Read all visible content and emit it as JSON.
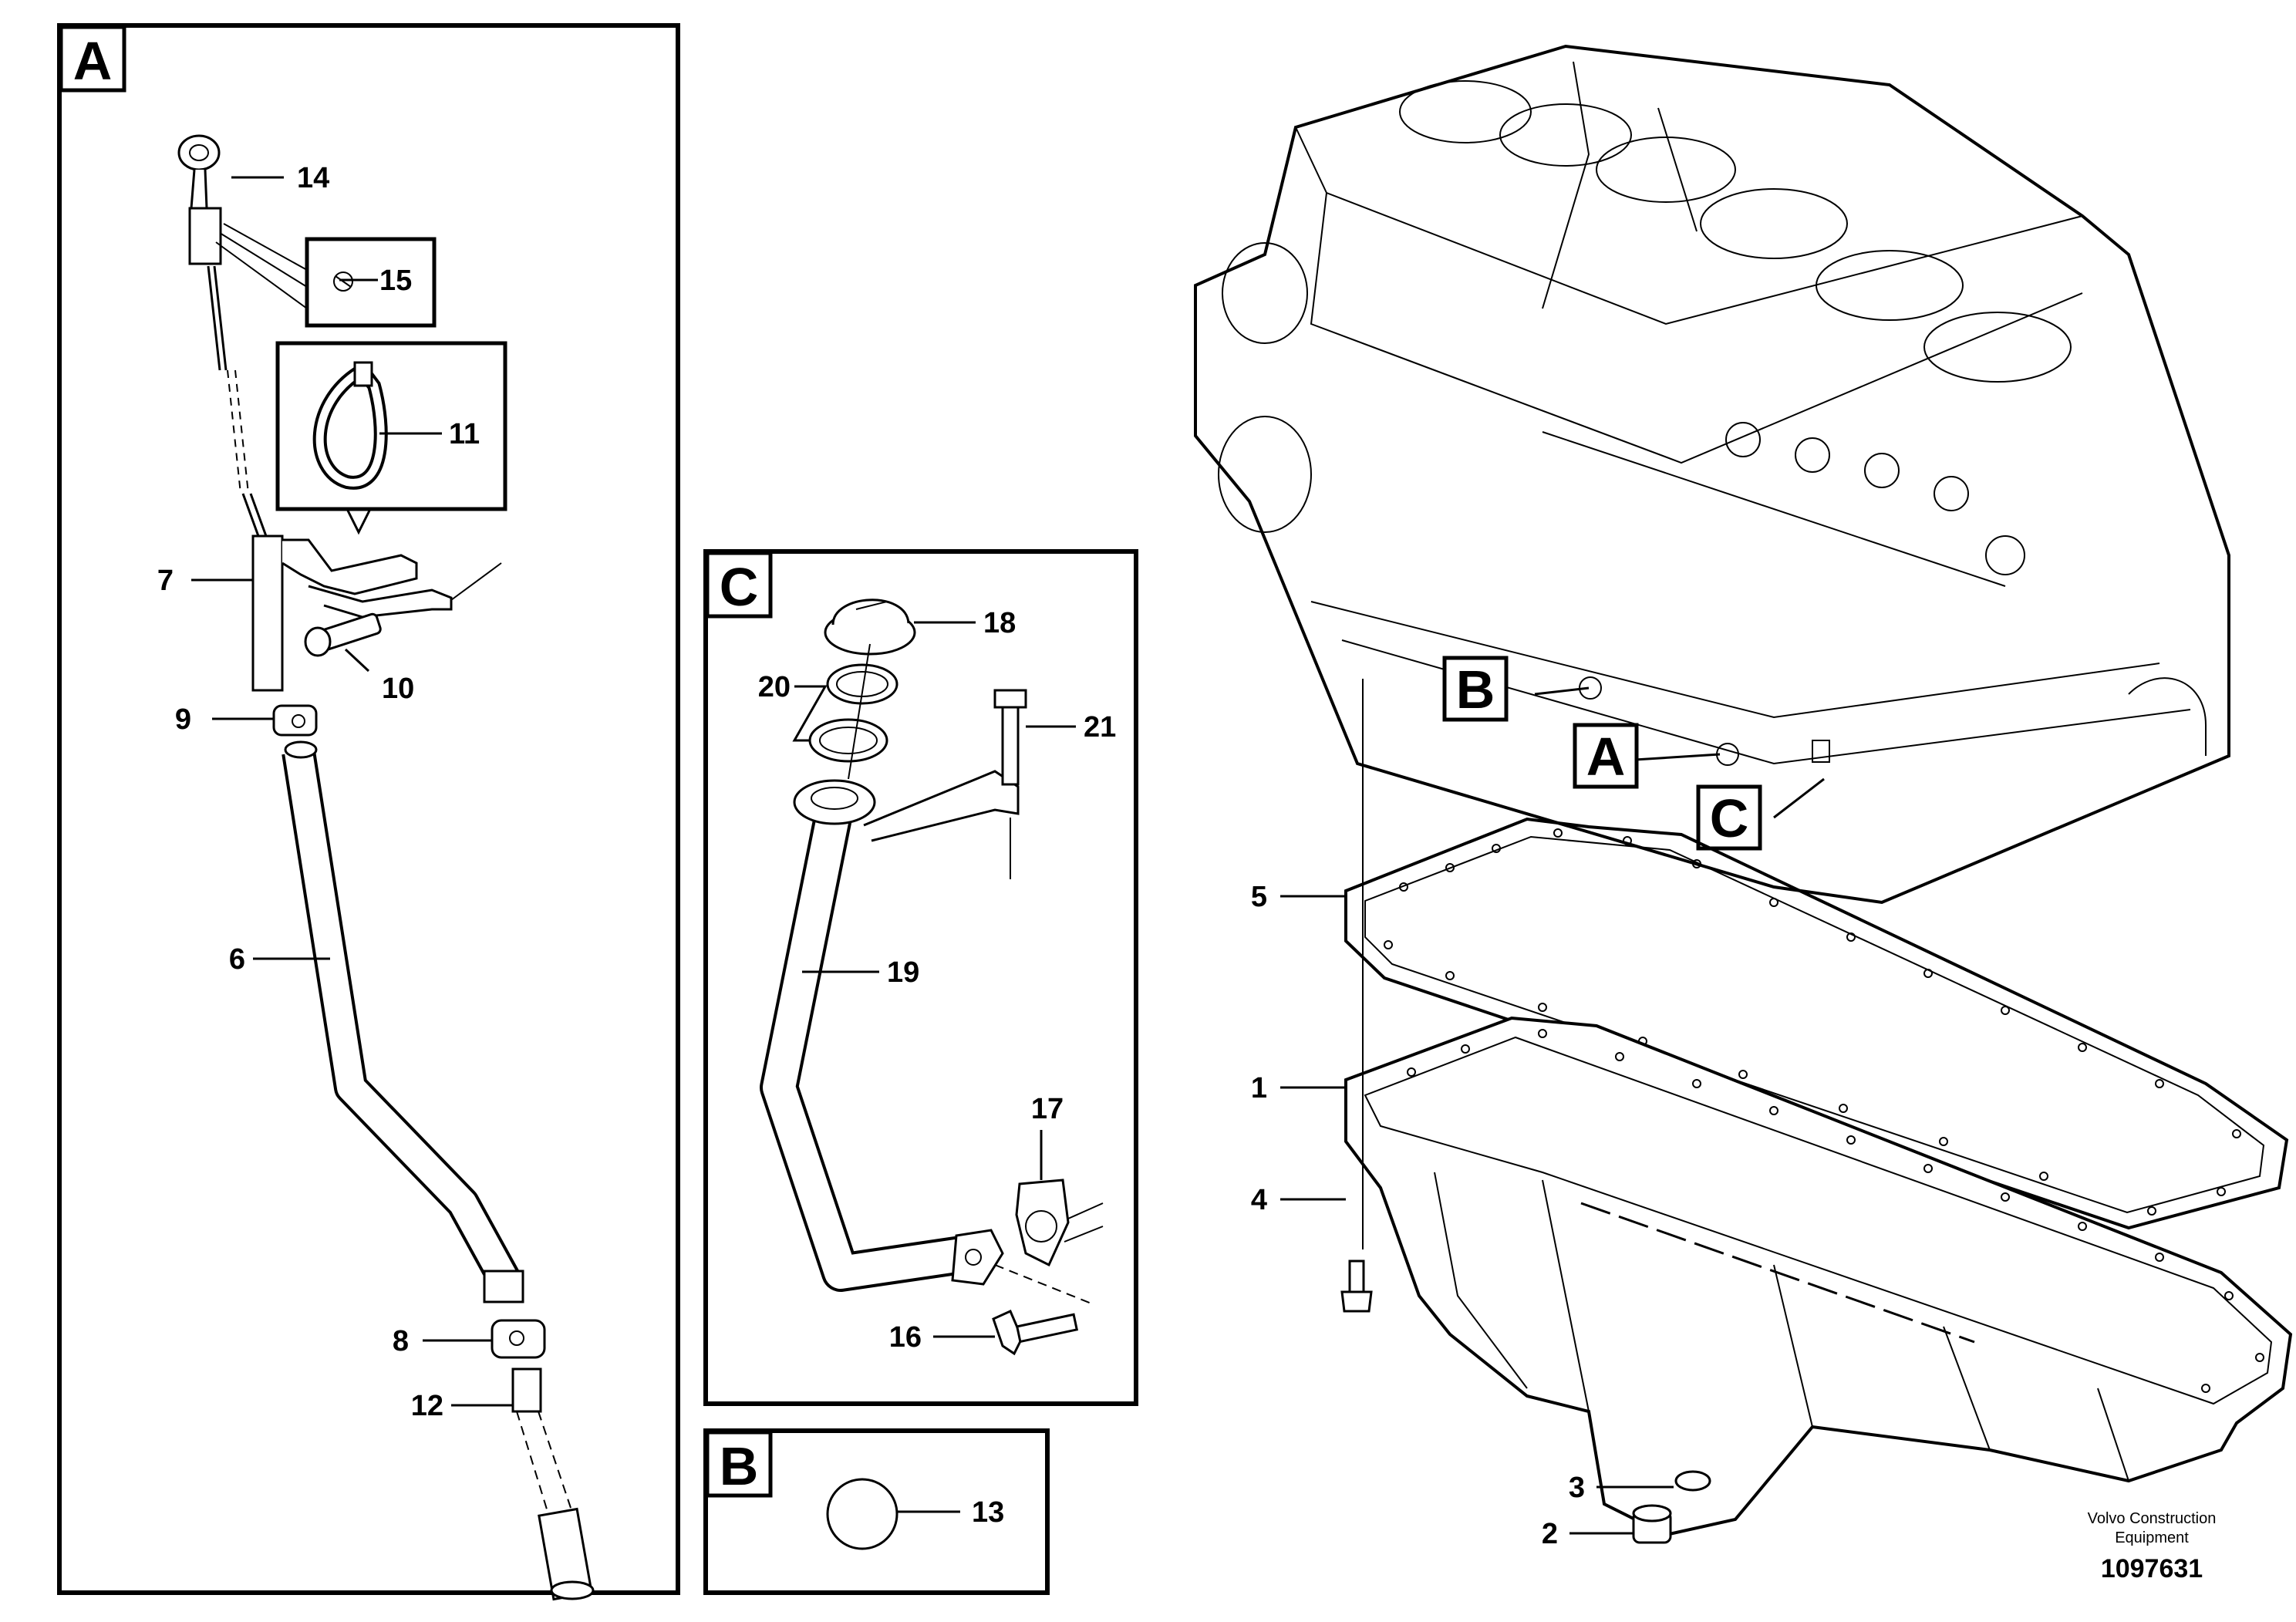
{
  "panels": {
    "a": {
      "letter": "A"
    },
    "b": {
      "letter": "B"
    },
    "c": {
      "letter": "C"
    }
  },
  "engine_markers": {
    "b": "B",
    "a": "A",
    "c": "C"
  },
  "callouts": {
    "p1": "1",
    "p2": "2",
    "p3": "3",
    "p4": "4",
    "p5": "5",
    "p6": "6",
    "p7": "7",
    "p8": "8",
    "p9": "9",
    "p10": "10",
    "p11": "11",
    "p12": "12",
    "p13": "13",
    "p14": "14",
    "p15": "15",
    "p16": "16",
    "p17": "17",
    "p18": "18",
    "p19": "19",
    "p20": "20",
    "p21": "21"
  },
  "credit": {
    "line1": "Volvo Construction",
    "line2": "Equipment",
    "drawing_number": "1097631"
  }
}
